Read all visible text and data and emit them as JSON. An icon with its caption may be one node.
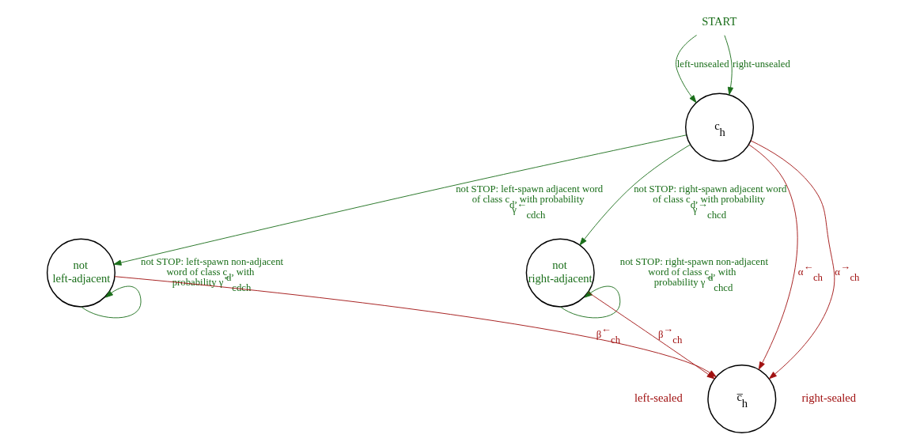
{
  "diagram": {
    "nodes": [
      {
        "text": [
          "START"
        ]
      },
      {
        "text": [
          "c$_{h}$"
        ]
      },
      {
        "text": [
          "not left-adjacent"
        ]
      },
      {
        "text": [
          "not right-adjacent"
        ]
      },
      {
        "text": [
          "c̅$_{h}$"
        ],
        "beside": [
          "left-sealed",
          "right-sealed"
        ]
      }
    ],
    "edges": [
      {
        "from": 0,
        "to": 1,
        "arrow": "to",
        "label": "left-unsealed"
      },
      {
        "from": 0,
        "to": 1,
        "arrow": "to",
        "label": "right-unsealed"
      },
      {
        "from": 1,
        "to": 2,
        "arrow": "to",
        "label": "not STOP: left-spawn adjacent word of class c$_{d}$, with probability γ$^{←}$$_{cdch}$"
      },
      {
        "from": 1,
        "to": 3,
        "arrow": "to",
        "label": "not STOP: right-spawn adjacent word of class c$_{d}$, with probability γ$^{→}$$_{chcd}$"
      },
      {
        "from": 1,
        "to": 4,
        "arrow": "to",
        "label": "α$^{←}$$_{ch}$",
        "color": "#a01010"
      },
      {
        "from": 1,
        "to": 4,
        "arrow": "to",
        "label": "α$^{→}$$_{ch}$",
        "color": "#a01010"
      },
      {
        "from": 2,
        "to": 2,
        "arrow": "to",
        "label": "not STOP: left-spawn non-adjacent word of class c$_{d}$, with probability γ$^{←}$$_{cdch}$"
      },
      {
        "from": 3,
        "to": 3,
        "arrow": "to",
        "label": "not STOP: right-spawn non-adjacent word of class c$_{d}$, with probability γ$^{→}$$_{chcd}$"
      },
      {
        "from": 2,
        "to": 4,
        "arrow": "to",
        "label": "β$^{←}$$_{ch}$",
        "color": "#a01010"
      },
      {
        "from": 3,
        "to": 4,
        "arrow": "to",
        "label": "β$^{→}$$_{ch}$",
        "color": "#a01010"
      }
    ]
  }
}
